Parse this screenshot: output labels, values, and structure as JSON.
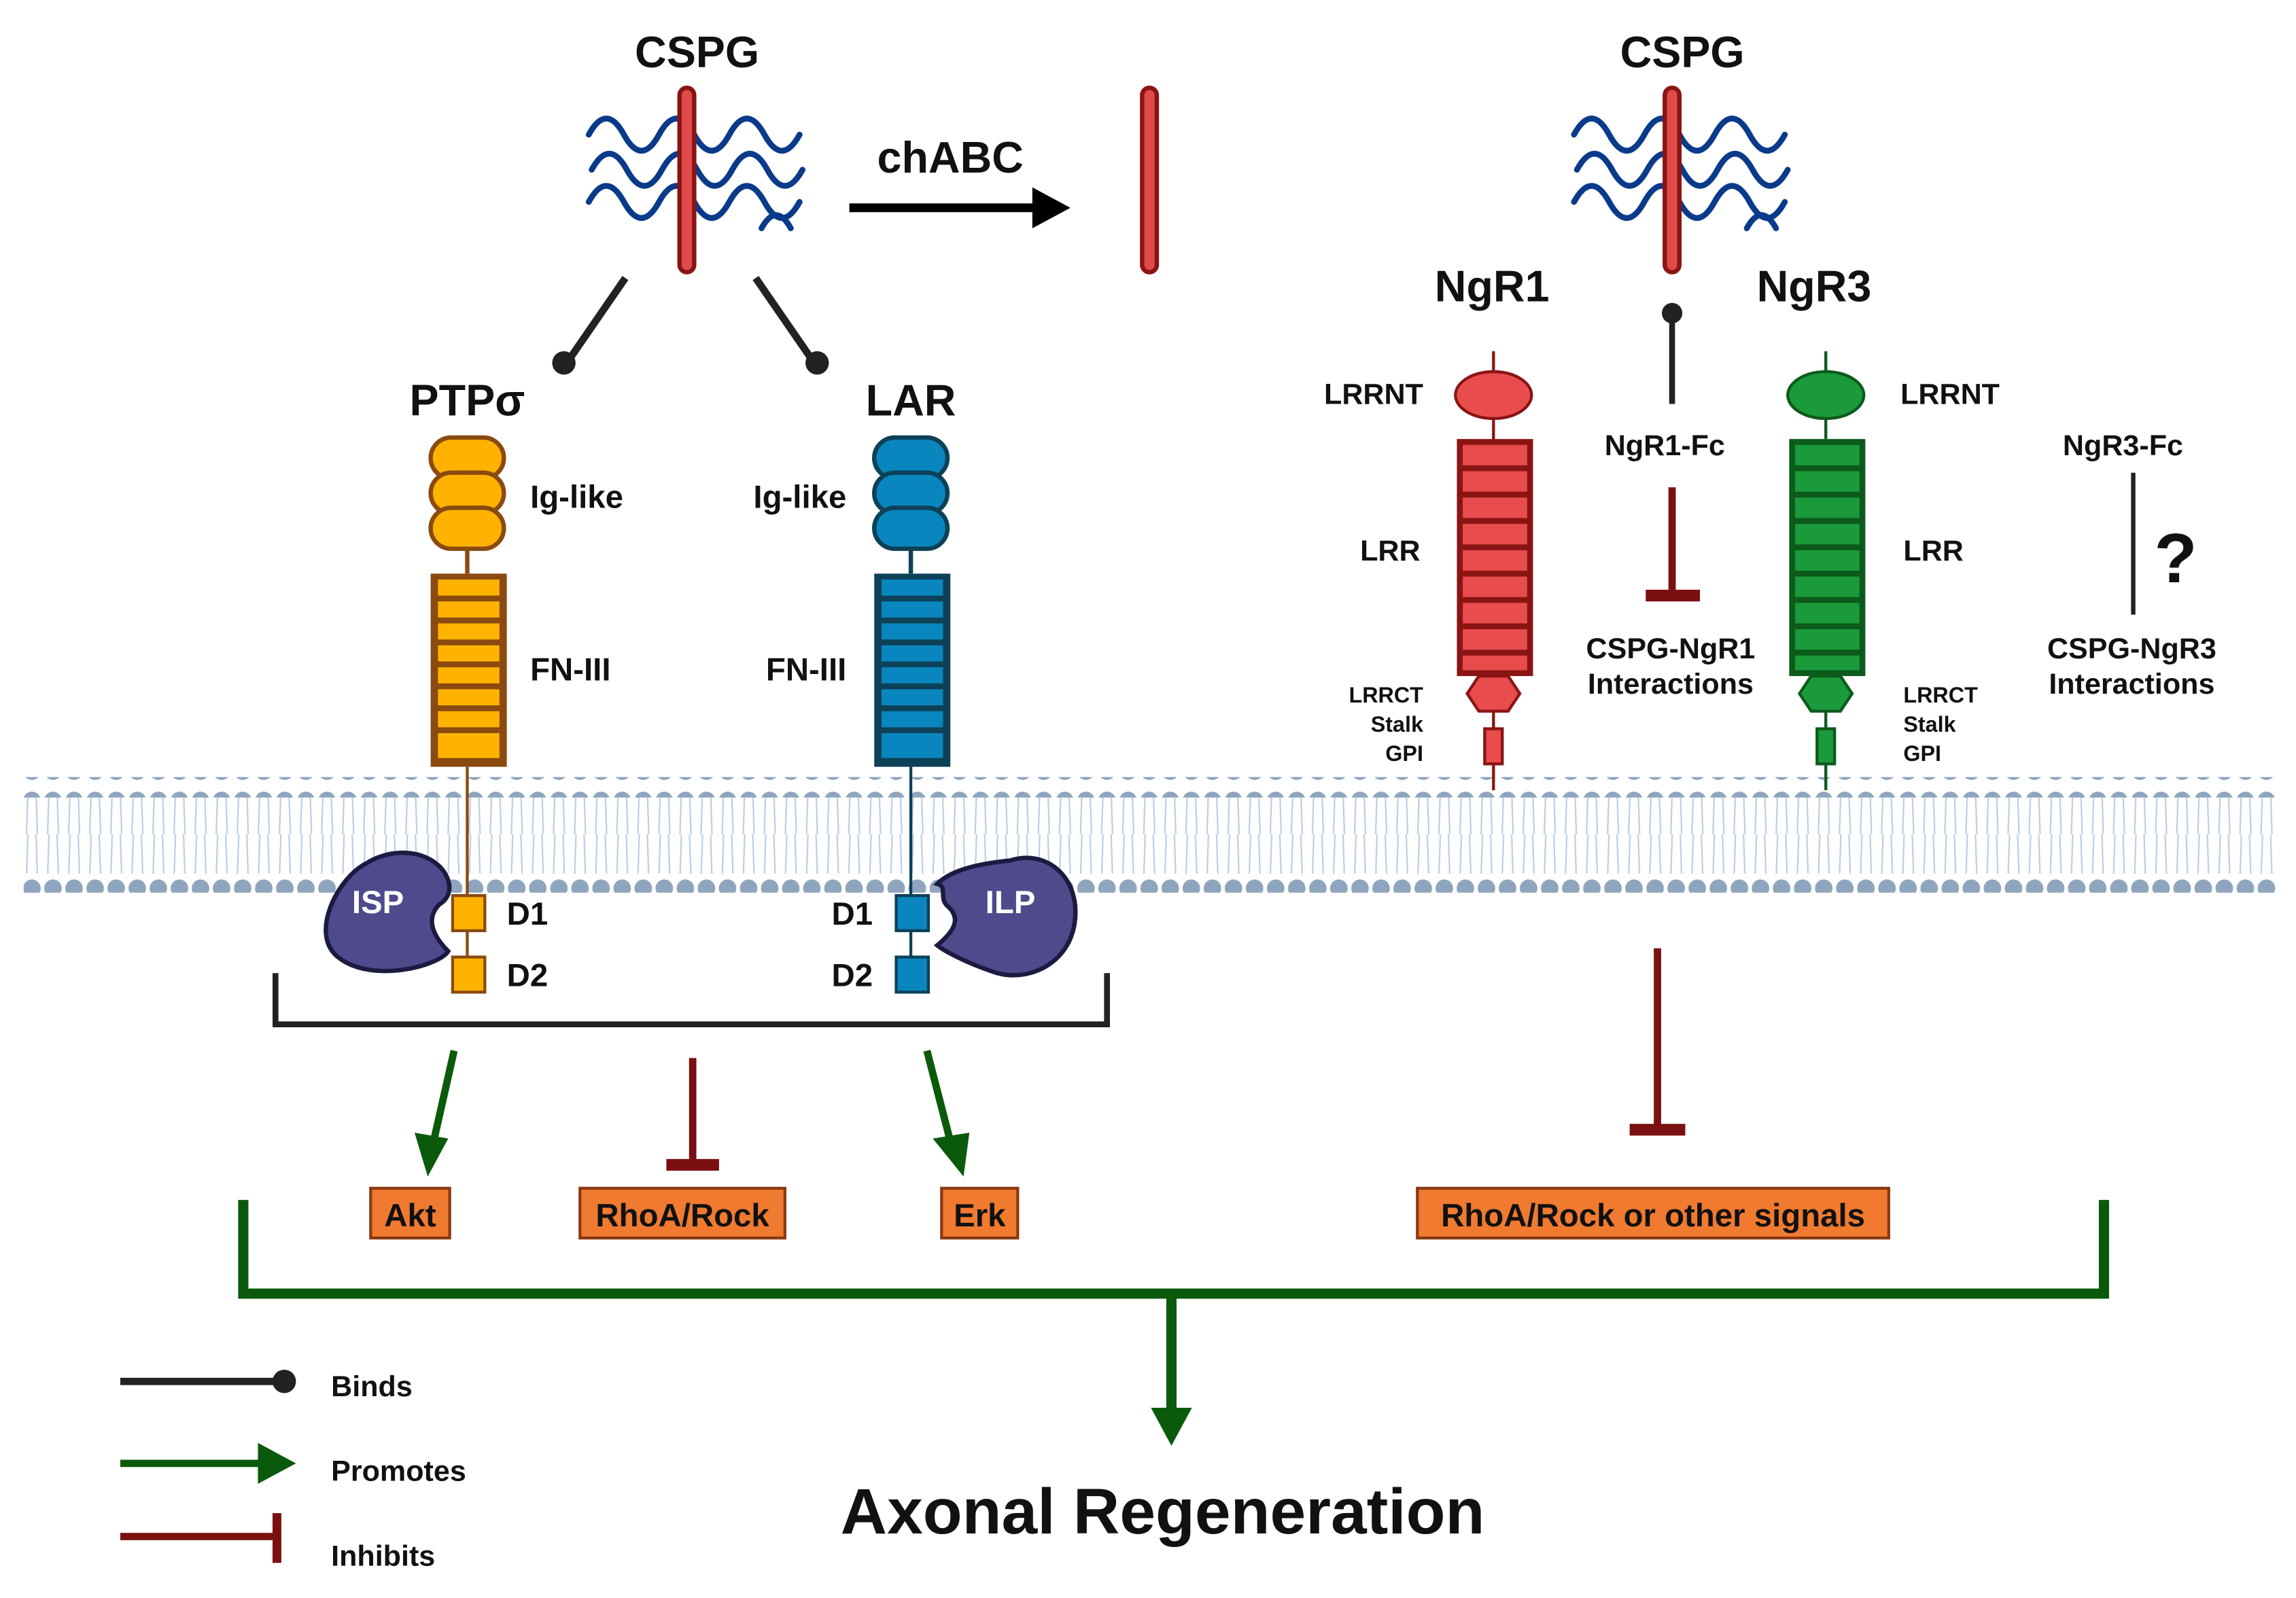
{
  "figure": {
    "title": "Axonal Regeneration",
    "left_panel": {
      "ligand": "CSPG",
      "enzyme": "chABC",
      "receptors": [
        {
          "name": "PTPσ",
          "domains": [
            "Ig-like",
            "FN-III"
          ],
          "intracellular": [
            "D1",
            "D2"
          ],
          "peptide": "ISP",
          "color": "#ffb300"
        },
        {
          "name": "LAR",
          "domains": [
            "Ig-like",
            "FN-III"
          ],
          "intracellular": [
            "D1",
            "D2"
          ],
          "peptide": "ILP",
          "color": "#0a86be"
        }
      ],
      "downstream": [
        {
          "label": "Akt",
          "effect": "promotes"
        },
        {
          "label": "RhoA/Rock",
          "effect": "inhibits"
        },
        {
          "label": "Erk",
          "effect": "promotes"
        }
      ]
    },
    "right_panel": {
      "ligand": "CSPG",
      "receptors": [
        {
          "name": "NgR1",
          "domains": [
            "LRRNT",
            "LRR",
            "LRRCT",
            "Stalk",
            "GPI"
          ],
          "color": "#e84c4c"
        },
        {
          "name": "NgR3",
          "domains": [
            "LRRNT",
            "LRR",
            "LRRCT",
            "Stalk",
            "GPI"
          ],
          "color": "#1a9a3a"
        }
      ],
      "decoys": [
        {
          "name": "NgR1-Fc",
          "target_line1": "CSPG-NgR1",
          "target_line2": "Interactions",
          "effect": "inhibits"
        },
        {
          "name": "NgR3-Fc",
          "target_line1": "CSPG-NgR3",
          "target_line2": "Interactions",
          "effect": "unknown",
          "mark": "?"
        }
      ],
      "downstream": [
        {
          "label": "RhoA/Rock or other signals",
          "effect": "inhibits"
        }
      ]
    },
    "legend": [
      {
        "label": "Binds",
        "color": "#222222"
      },
      {
        "label": "Promotes",
        "color": "#0b5a0b"
      },
      {
        "label": "Inhibits",
        "color": "#7a1010"
      }
    ],
    "colors": {
      "membrane": "#8fa5be",
      "promote": "#0b5a0b",
      "inhibit": "#7a1010",
      "signal_box": "#ef7a30",
      "peptide": "#4e4a8c"
    }
  }
}
